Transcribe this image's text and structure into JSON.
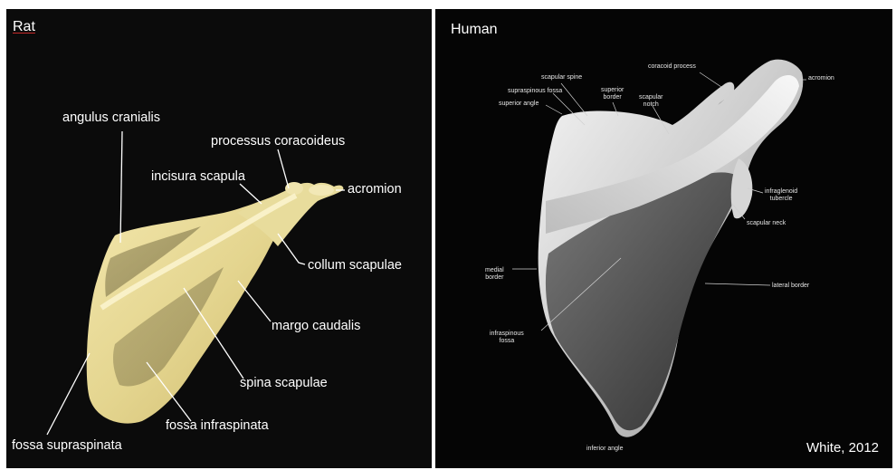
{
  "rat": {
    "title": "Rat",
    "labels": {
      "angulus_cranialis": "angulus cranialis",
      "processus_coracoideus": "processus coracoideus",
      "incisura_scapula": "incisura scapula",
      "acromion": "acromion",
      "collum_scapulae": "collum scapulae",
      "margo_caudalis": "margo caudalis",
      "spina_scapulae": "spina scapulae",
      "fossa_infraspinata": "fossa infraspinata",
      "fossa_supraspinata": "fossa supraspinata"
    }
  },
  "human": {
    "title": "Human",
    "labels": {
      "scapular_spine": "scapular spine",
      "coracoid_process": "coracoid process",
      "acromion": "acromion",
      "supraspinous_fossa": "supraspinous fossa",
      "superior_border": "superior\nborder",
      "scapular_notch": "scapular\nnotch",
      "superior_angle": "superior angle",
      "infraglenoid_tubercle": "infraglenoid\ntubercle",
      "scapular_neck": "scapular neck",
      "medial_border": "medial\nborder",
      "lateral_border": "lateral border",
      "infraspinous_fossa": "infraspinous\nfossa",
      "inferior_angle": "inferior angle"
    },
    "citation": "White, 2012"
  },
  "colors": {
    "rat_background": "#0b0b0b",
    "human_background": "#050505",
    "rat_bone": "#e9dc9a",
    "human_bone": "#d9d9d9",
    "leader_lines": "#ffffff"
  }
}
